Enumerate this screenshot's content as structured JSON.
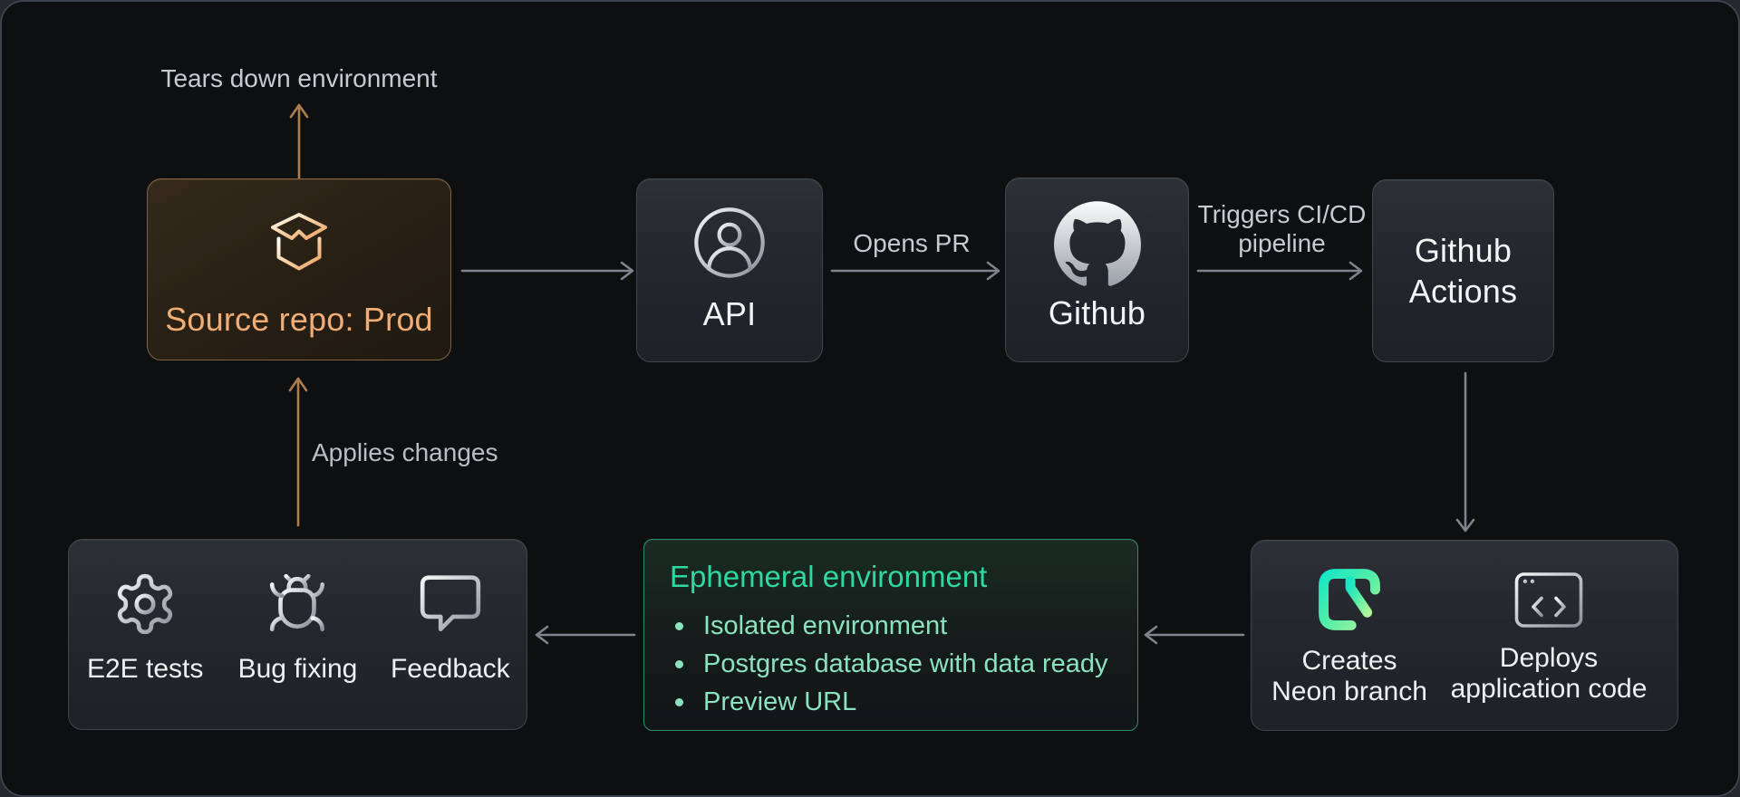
{
  "diagram": {
    "annotations": {
      "tears_down": "Tears down environment",
      "applies_changes": "Applies changes",
      "opens_pr": "Opens PR",
      "triggers_cicd": "Triggers CI/CD pipeline"
    },
    "nodes": {
      "source_repo": {
        "label": "Source repo: Prod",
        "icon": "open-package-icon"
      },
      "api": {
        "label": "API",
        "icon": "user-circle-icon"
      },
      "github": {
        "label": "Github",
        "icon": "github-logo-icon"
      },
      "github_actions": {
        "label": "Github Actions"
      },
      "pipeline_outputs": {
        "items": [
          {
            "label": "Creates Neon branch",
            "icon": "neon-logo-icon"
          },
          {
            "label": "Deploys application code",
            "icon": "browser-code-icon"
          }
        ]
      },
      "ephemeral_environment": {
        "title": "Ephemeral environment",
        "bullets": [
          "Isolated environment",
          "Postgres database with data ready",
          "Preview URL"
        ]
      },
      "qa_loop": {
        "items": [
          {
            "label": "E2E tests",
            "icon": "gear-icon"
          },
          {
            "label": "Bug fixing",
            "icon": "bug-icon"
          },
          {
            "label": "Feedback",
            "icon": "speech-bubble-icon"
          }
        ]
      }
    },
    "colors": {
      "accent_orange_text": "#f0ad75",
      "accent_green_title": "#2ed9a0",
      "green_bullet_text": "#8ae2bf",
      "ephemeral_border": "#2f8f68",
      "arrow_gray": "#7e848c",
      "arrow_orange": "#ab7e50",
      "annotation_text": "#c7cbd1",
      "box_border": "#41454c",
      "canvas_bg": "#0e0f11",
      "neon_gradient_start": "#16e7c6",
      "neon_gradient_end": "#aef69c"
    }
  }
}
